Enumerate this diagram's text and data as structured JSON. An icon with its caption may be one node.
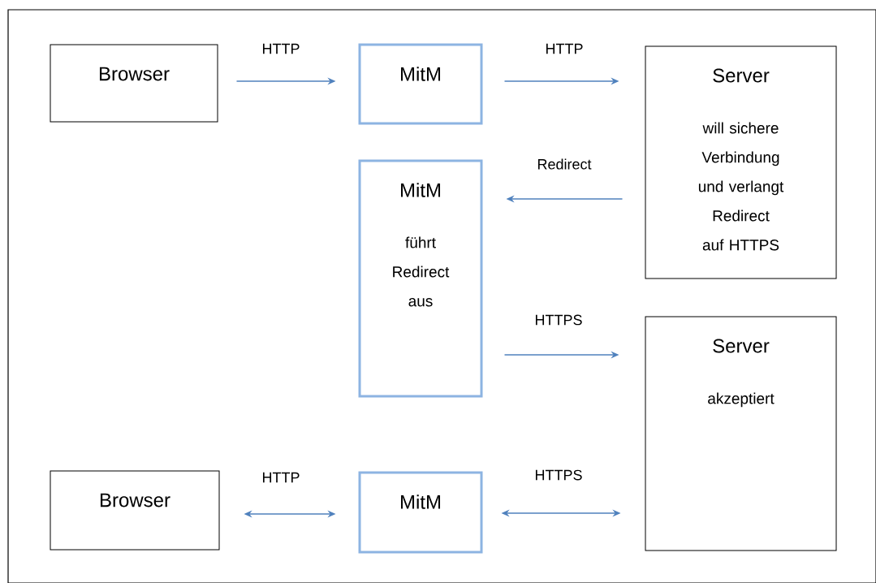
{
  "diagram": {
    "nodes": [
      {
        "text": [
          "Browser"
        ]
      },
      {
        "text": [
          "MitM"
        ]
      },
      {
        "text": [
          "Server",
          "will sichere Verbindung und verlangt Redirect auf HTTPS"
        ]
      },
      {
        "text": [
          "MitM",
          "führt Redirect aus"
        ]
      },
      {
        "text": [
          "Server",
          "akzeptiert"
        ]
      },
      {
        "text": [
          "Browser"
        ]
      },
      {
        "text": [
          "MitM"
        ]
      }
    ],
    "edges": [
      {
        "from": 0,
        "to": 1,
        "arrow": "to",
        "label": "HTTP"
      },
      {
        "from": 1,
        "to": 2,
        "arrow": "to",
        "label": "HTTP"
      },
      {
        "from": 2,
        "to": 3,
        "arrow": "to",
        "label": "Redirect"
      },
      {
        "from": 3,
        "to": 4,
        "arrow": "to",
        "label": "HTTPS"
      },
      {
        "from": 5,
        "to": 6,
        "arrow": "both",
        "label": "HTTP"
      },
      {
        "from": 6,
        "to": 4,
        "arrow": "both",
        "label": "HTTPS"
      }
    ]
  }
}
